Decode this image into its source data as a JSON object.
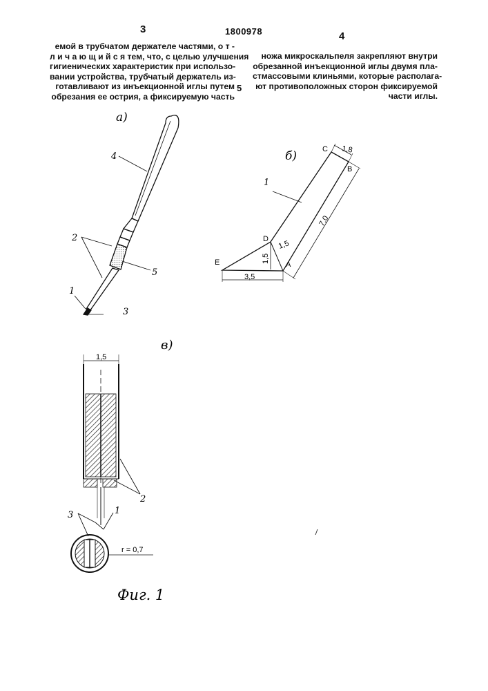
{
  "header": {
    "page_left": "3",
    "patent_number": "1800978",
    "page_right": "4",
    "line_marker": "5"
  },
  "left_column": [
    "емой в трубчатом держателе частями, о т -",
    "л и ч а ю щ и й с я тем, что, с целью улучшения",
    "гигиенических характеристик при использо-",
    "вании устройства, трубчатый держатель из-",
    "готавливают из инъекционной иглы путем",
    "обрезания ее острия, а фиксируемую часть"
  ],
  "right_column": [
    "ножа микроскальпеля закрепляют внутри",
    "обрезанной инъекционной иглы двумя пла-",
    "стмассовыми клиньями, которые располага-",
    "ют противоположных сторон фиксируемой",
    "части иглы."
  ],
  "figure": {
    "caption": "Фиг. 1",
    "panel_a": {
      "label": "а)",
      "callouts": [
        "4",
        "2",
        "5",
        "1",
        "3"
      ]
    },
    "panel_b": {
      "label": "б)",
      "vertices": [
        "C",
        "B",
        "D",
        "E",
        "A"
      ],
      "callout": "1",
      "dims": {
        "cb": "1,8",
        "ba": "7,0",
        "da": "1,5",
        "height": "1,5",
        "base": "3,5"
      }
    },
    "panel_v": {
      "label": "в)",
      "width_dim": "1,5",
      "callouts": [
        "2",
        "3",
        "1"
      ],
      "radius": "r = 0,7"
    }
  }
}
